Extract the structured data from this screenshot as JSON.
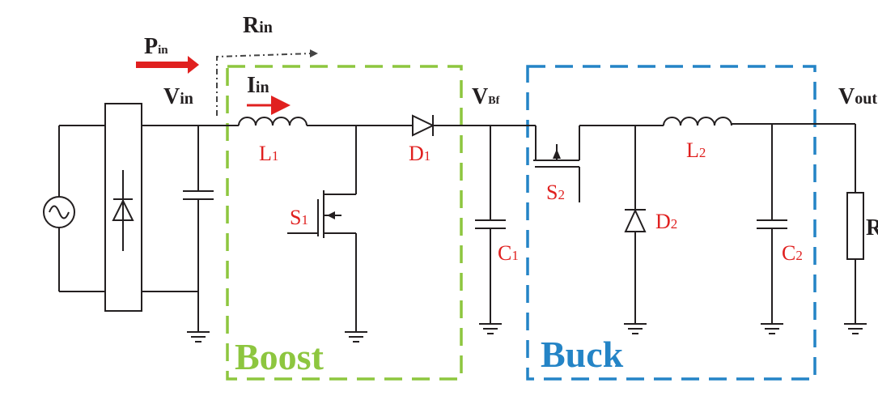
{
  "colors": {
    "wire": "#231f20",
    "component_label": "#e0201f",
    "power_arrow": "#e0201f",
    "boost_box": "#8dc63f",
    "buck_box": "#2484c6",
    "rin_arrow": "#444444"
  },
  "labels": {
    "p_main": "P",
    "p_sub": "in",
    "r_main": "R",
    "r_sub": "in",
    "vin_main": "V",
    "vin_sub": "in",
    "iin_main": "I",
    "iin_sub": "in",
    "vbf_main": "V",
    "vbf_sub": "Bf",
    "vout_main": "V",
    "vout_sub": "out",
    "l1_main": "L",
    "l1_sub": "1",
    "d1_main": "D",
    "d1_sub": "1",
    "s1_main": "S",
    "s1_sub": "1",
    "c1_main": "C",
    "c1_sub": "1",
    "s2_main": "S",
    "s2_sub": "2",
    "l2_main": "L",
    "l2_sub": "2",
    "d2_main": "D",
    "d2_sub": "2",
    "c2_main": "C",
    "c2_sub": "2",
    "rl_main": "R"
  },
  "blocks": {
    "boost": "Boost",
    "buck": "Buck"
  },
  "icons": [
    "ac-source-icon",
    "bridge-rectifier-icon",
    "capacitor-icon",
    "inductor-icon",
    "diode-icon",
    "mosfet-icon",
    "ground-icon",
    "resistor-icon"
  ]
}
